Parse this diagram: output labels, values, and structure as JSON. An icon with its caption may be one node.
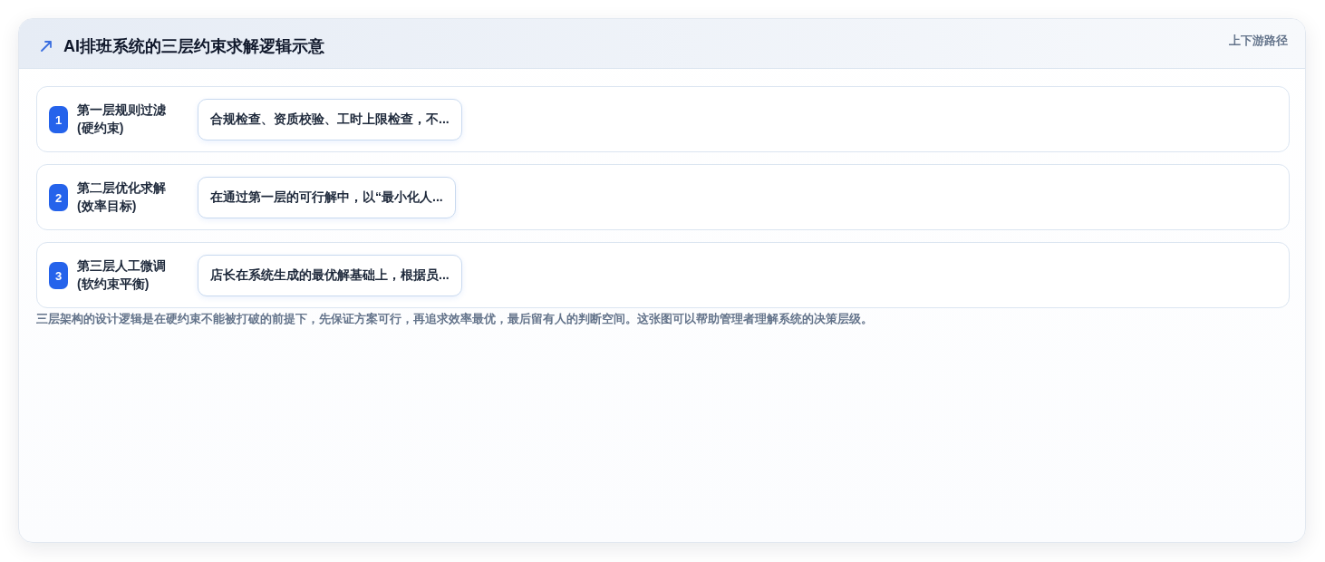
{
  "diagram": {
    "title": "AI排班系统的三层约束求解逻辑示意",
    "caption": "三层架构的设计逻辑是在硬约束不能被打破的前提下，先保证方案可行，再追求效率最优，最后留有人的判断空间。这张图可以帮助管理者理解系统的决策层级。",
    "nodes": [
      {
        "text": [
          "第一层规则过滤(硬约束)"
        ]
      },
      {
        "text": [
          "1"
        ],
        "in": 0
      },
      {
        "text": [
          "合规检查、资质校验、工时上限检查，不..."
        ],
        "in": 0
      },
      {
        "text": [
          "第二层优化求解(效率目标)"
        ]
      },
      {
        "text": [
          "2"
        ],
        "in": 3
      },
      {
        "text": [
          "在通过第一层的可行解中，以“最小化人..."
        ],
        "in": 3
      },
      {
        "text": [
          "第三层人工微调(软约束平衡)"
        ]
      },
      {
        "text": [
          "3"
        ],
        "in": 6
      },
      {
        "text": [
          "店长在系统生成的最优解基础上，根据员..."
        ],
        "in": 6
      }
    ],
    "labels": [
      "上下游路径"
    ]
  }
}
